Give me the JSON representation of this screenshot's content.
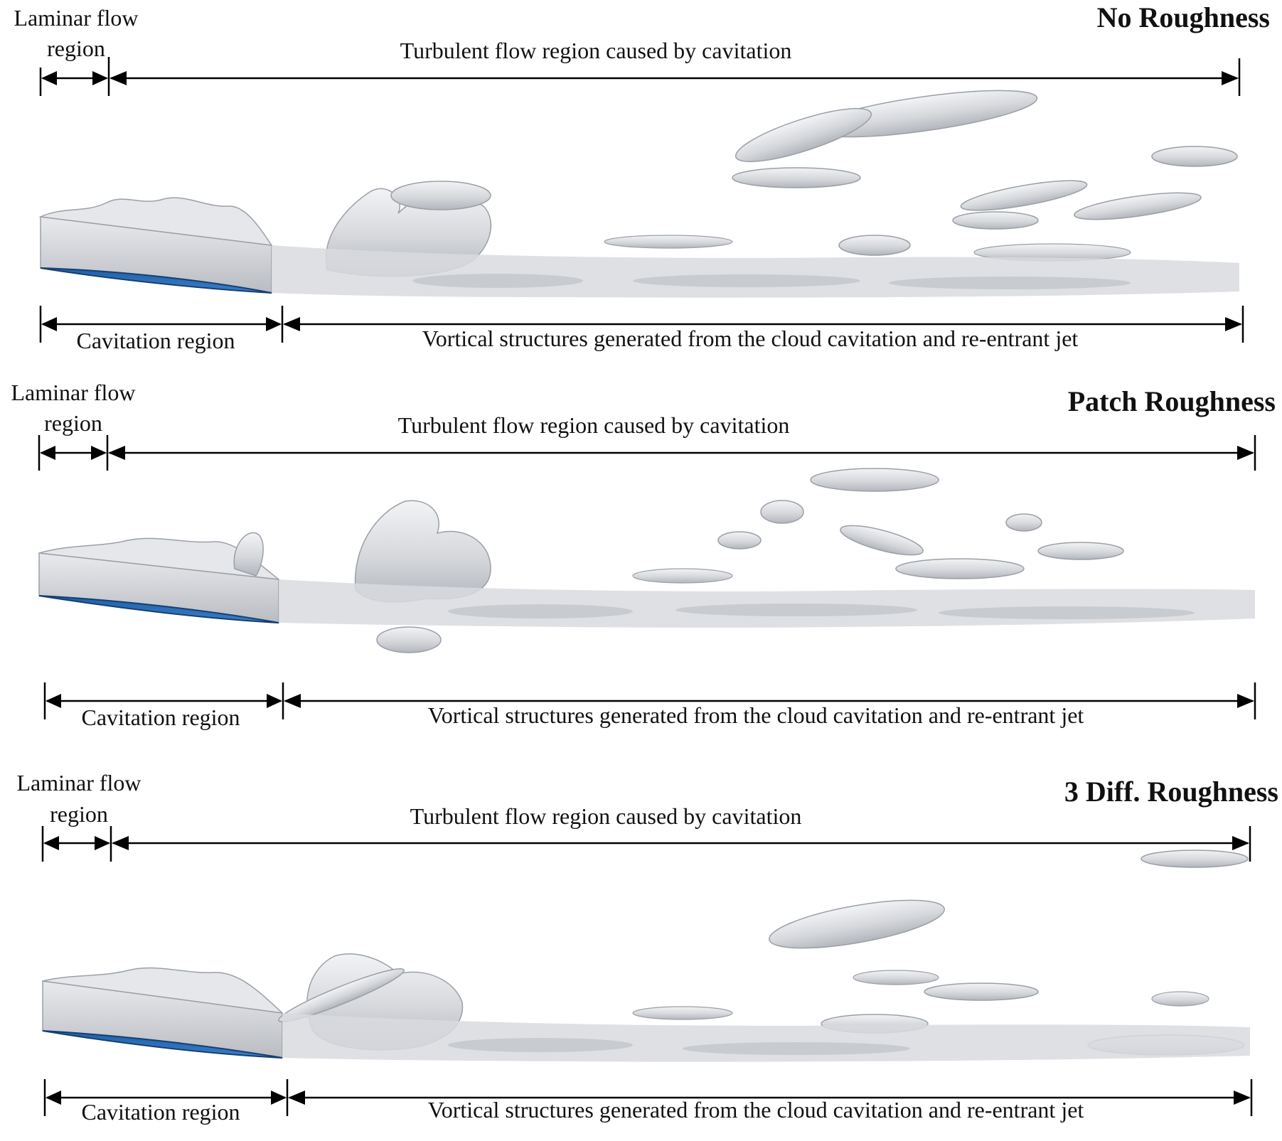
{
  "panels": [
    {
      "title": "No Roughness",
      "laminar_label_line1": "Laminar flow",
      "laminar_label_line2": "region",
      "turbulent_label": "Turbulent flow region caused by cavitation",
      "cavitation_label": "Cavitation region",
      "vortical_label": "Vortical structures generated from the cloud cavitation and re-entrant jet"
    },
    {
      "title": "Patch Roughness",
      "laminar_label_line1": "Laminar flow",
      "laminar_label_line2": "region",
      "turbulent_label": "Turbulent flow region caused by cavitation",
      "cavitation_label": "Cavitation region",
      "vortical_label": "Vortical structures generated from the cloud cavitation and re-entrant jet"
    },
    {
      "title": "3 Diff. Roughness",
      "laminar_label_line1": "Laminar flow",
      "laminar_label_line2": "region",
      "turbulent_label": "Turbulent flow region caused by cavitation",
      "cavitation_label": "Cavitation region",
      "vortical_label": "Vortical structures generated from the cloud cavitation and re-entrant jet"
    }
  ],
  "colors": {
    "foil_blue": "#2a6db5",
    "vapor_gray": "#d4d6da",
    "vapor_edge": "#a7abb1",
    "arrow": "#000000"
  }
}
